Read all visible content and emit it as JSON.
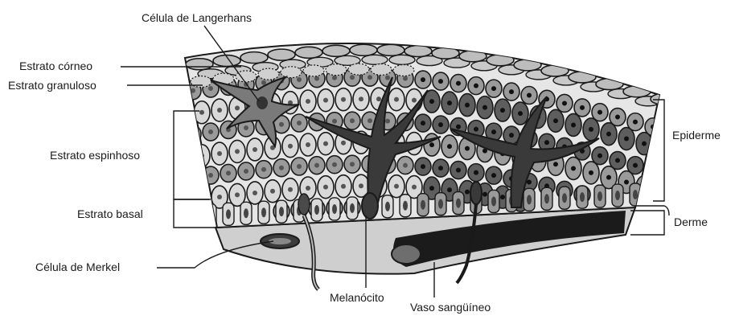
{
  "figure": {
    "title": "",
    "labels": {
      "langerhans": "Célula de Langerhans",
      "corneo": "Estrato córneo",
      "granuloso": "Estrato granuloso",
      "espinhoso": "Estrato espinhoso",
      "basal": "Estrato basal",
      "merkel": "Célula de Merkel",
      "melanocito": "Melanócito",
      "vaso": "Vaso sangüíneo",
      "epiderme": "Epiderme",
      "derme": "Derme"
    },
    "colors": {
      "outline": "#1a1a1a",
      "corneum": "#bdbdbd",
      "light_cell": "#d9d9d9",
      "mid_cell": "#9a9a9a",
      "dark_cell": "#5e5e5e",
      "melanocyte": "#3a3a3a",
      "dermis": "#cfcfcf",
      "vessel": "#1b1b1b"
    }
  }
}
